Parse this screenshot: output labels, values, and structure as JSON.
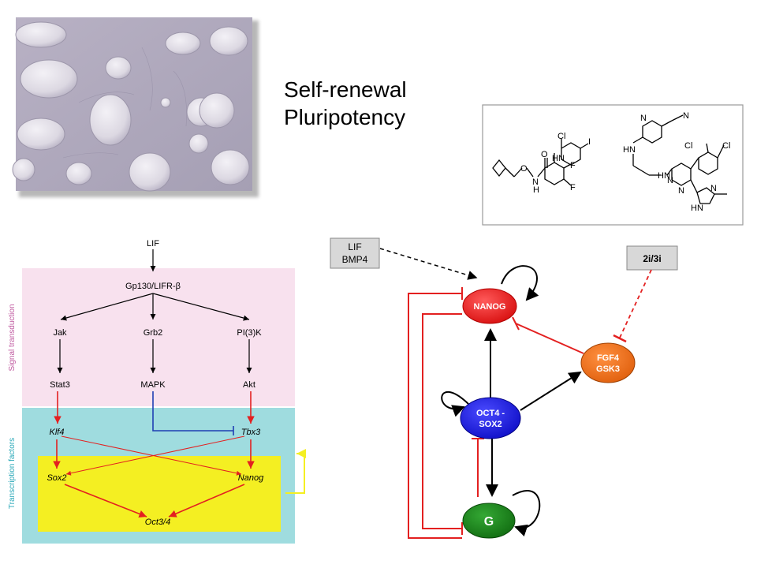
{
  "headline": {
    "line1": "Self-renewal",
    "line2": "Pluripotency"
  },
  "colors": {
    "pink_panel": "#f8e1ee",
    "teal_panel": "#9fdcdf",
    "yellow_panel": "#f4ef22",
    "red_arrow": "#e32020",
    "blue_arrow": "#1f3fb4",
    "nanog_node": "#e61b1b",
    "oct4_node": "#1a1ae0",
    "g_node": "#1a8a1a",
    "fgf4_node": "#f07018"
  },
  "pathway": {
    "side_label_signal": "Signal transduction",
    "side_label_tf": "Transcription factors",
    "lif": "LIF",
    "receptor": "Gp130/LIFR-β",
    "jak": "Jak",
    "grb2": "Grb2",
    "pi3k": "PI(3)K",
    "stat3": "Stat3",
    "mapk": "MAPK",
    "akt": "Akt",
    "klf4": "Klf4",
    "tbx3": "Tbx3",
    "sox2": "Sox2",
    "nanog": "Nanog",
    "oct34": "Oct3/4"
  },
  "network": {
    "box_lif": "LIF",
    "box_bmp4": "BMP4",
    "box_2i3i": "2i/3i",
    "nanog": "NANOG",
    "oct4_line1": "OCT4 -",
    "oct4_line2": "SOX2",
    "fgf4_line1": "FGF4",
    "fgf4_line2": "GSK3",
    "g": "G"
  },
  "chemistry": {
    "cl1": "Cl",
    "i": "I",
    "hn1": "HN",
    "f1": "F",
    "f2": "F",
    "o1": "O",
    "n1": "N",
    "h1": "H",
    "o2": "O",
    "n_cn": "N",
    "n_py": "N",
    "hn2": "HN",
    "hn3": "HN",
    "n_pm1": "N",
    "n_pm2": "N",
    "cl2": "Cl",
    "cl3": "Cl",
    "n_im": "N",
    "hn_im": "HN"
  }
}
